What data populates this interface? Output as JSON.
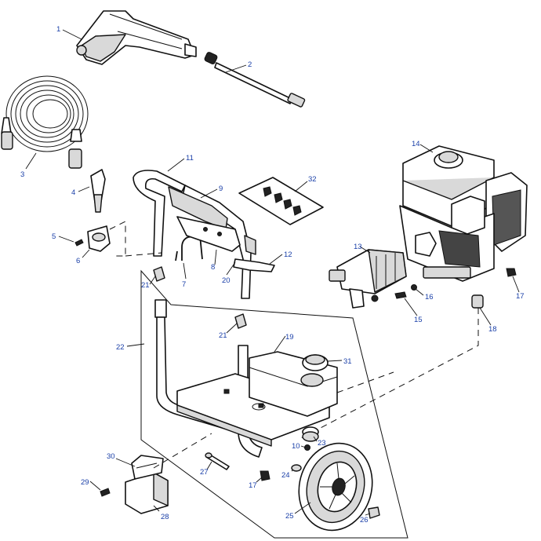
{
  "callouts": [
    {
      "id": "1",
      "label": "1"
    },
    {
      "id": "2",
      "label": "2"
    },
    {
      "id": "3",
      "label": "3"
    },
    {
      "id": "4",
      "label": "4"
    },
    {
      "id": "5",
      "label": "5"
    },
    {
      "id": "6",
      "label": "6"
    },
    {
      "id": "7",
      "label": "7"
    },
    {
      "id": "8",
      "label": "8"
    },
    {
      "id": "9",
      "label": "9"
    },
    {
      "id": "10",
      "label": "10"
    },
    {
      "id": "11",
      "label": "11"
    },
    {
      "id": "12",
      "label": "12"
    },
    {
      "id": "13",
      "label": "13"
    },
    {
      "id": "14",
      "label": "14"
    },
    {
      "id": "15",
      "label": "15"
    },
    {
      "id": "16",
      "label": "16"
    },
    {
      "id": "17a",
      "label": "17"
    },
    {
      "id": "17b",
      "label": "17"
    },
    {
      "id": "18",
      "label": "18"
    },
    {
      "id": "19",
      "label": "19"
    },
    {
      "id": "20",
      "label": "20"
    },
    {
      "id": "21a",
      "label": "21"
    },
    {
      "id": "21b",
      "label": "21"
    },
    {
      "id": "22",
      "label": "22"
    },
    {
      "id": "23",
      "label": "23"
    },
    {
      "id": "24",
      "label": "24"
    },
    {
      "id": "25",
      "label": "25"
    },
    {
      "id": "26",
      "label": "26"
    },
    {
      "id": "27",
      "label": "27"
    },
    {
      "id": "28",
      "label": "28"
    },
    {
      "id": "29",
      "label": "29"
    },
    {
      "id": "30",
      "label": "30"
    },
    {
      "id": "31",
      "label": "31"
    },
    {
      "id": "32",
      "label": "32"
    }
  ],
  "colors": {
    "callout_text": "#1a3fa8",
    "line_art": "#111111",
    "background": "#ffffff"
  }
}
